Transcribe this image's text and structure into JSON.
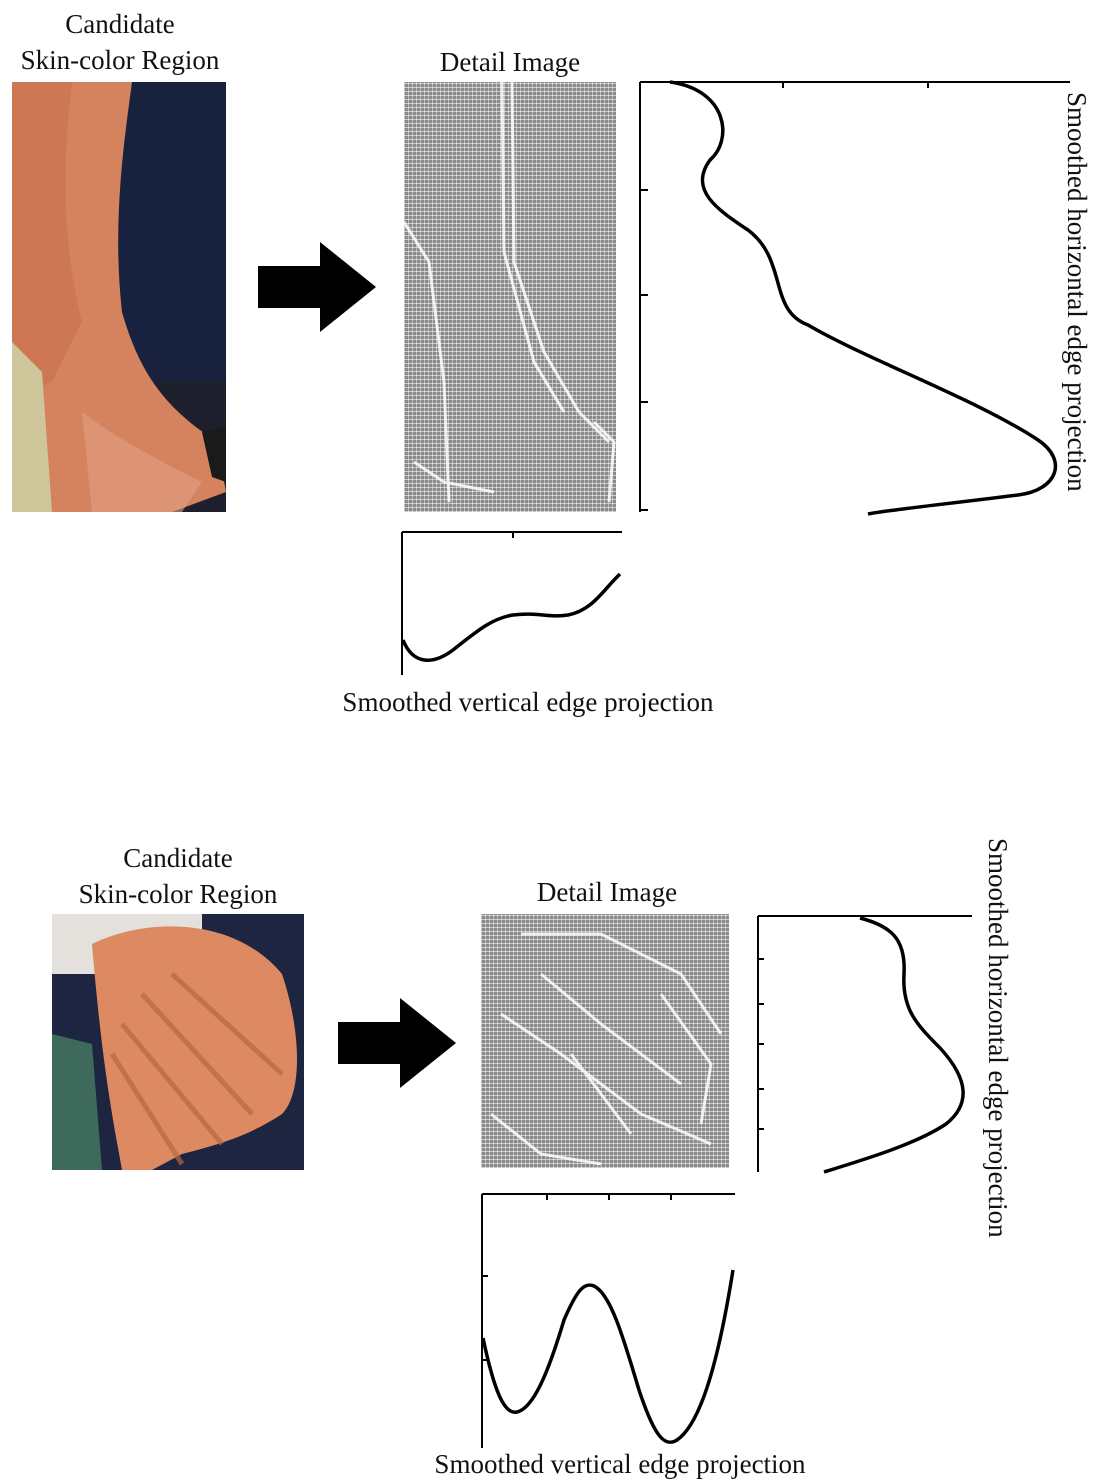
{
  "panels": [
    {
      "candidate_title_line1": "Candidate",
      "candidate_title_line2": "Skin-color Region",
      "detail_title": "Detail Image",
      "horizontal_label": "Smoothed horizontal edge projection",
      "vertical_label": "Smoothed vertical edge projection"
    },
    {
      "candidate_title_line1": "Candidate",
      "candidate_title_line2": "Skin-color Region",
      "detail_title": "Detail Image",
      "horizontal_label": "Smoothed horizontal edge projection",
      "vertical_label": "Smoothed vertical edge projection"
    }
  ],
  "colors": {
    "skin": "#d9845f",
    "dark_clothing": "#16203d",
    "detail_gray": "#8a8a8a",
    "curve": "#000000"
  }
}
